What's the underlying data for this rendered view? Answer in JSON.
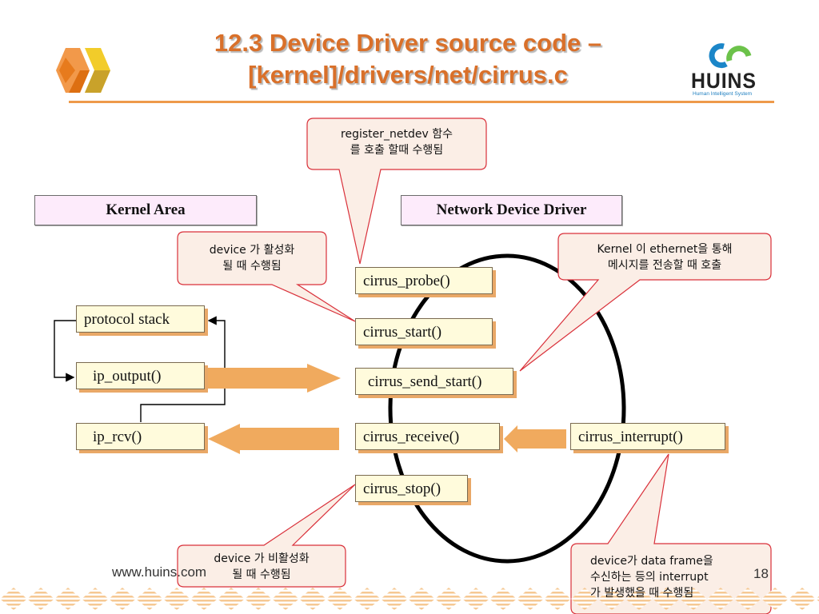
{
  "slide": {
    "title_line1": "12.3 Device Driver source code –",
    "title_line2": "[kernel]/drivers/net/cirrus.c",
    "logo": {
      "name": "HUINS",
      "tagline": "Human Intelligent System"
    },
    "footer_url": "www.huins.com",
    "page_number": "18"
  },
  "areas": {
    "kernel": "Kernel Area",
    "driver": "Network Device Driver"
  },
  "kernel_functions": {
    "protocol_stack": "protocol stack",
    "ip_output": "ip_output()",
    "ip_rcv": "ip_rcv()"
  },
  "driver_functions": {
    "probe": "cirrus_probe()",
    "start": "cirrus_start()",
    "send_start": "cirrus_send_start()",
    "receive": "cirrus_receive()",
    "stop": "cirrus_stop()",
    "interrupt": "cirrus_interrupt()"
  },
  "callouts": {
    "probe": [
      "register_netdev 함수",
      "를 호출 할때 수행됨"
    ],
    "start": [
      "device 가 활성화",
      "될 때 수행됨"
    ],
    "send": [
      "Kernel 이 ethernet을 통해",
      "메시지를 전송할 때 호출"
    ],
    "stop": [
      "device 가 비활성화",
      "될 때 수행됨"
    ],
    "interrupt": [
      "device가 data frame을",
      "수신하는 등의 interrupt",
      "가 발생했을 때 수행됨"
    ]
  },
  "colors": {
    "title": "#d9702a",
    "accent_orange": "#f0aa5e",
    "callout_border": "#d9303a",
    "callout_fill": "#fbeee6",
    "box_fill": "#fffbdc",
    "area_fill": "#fdebfb"
  }
}
